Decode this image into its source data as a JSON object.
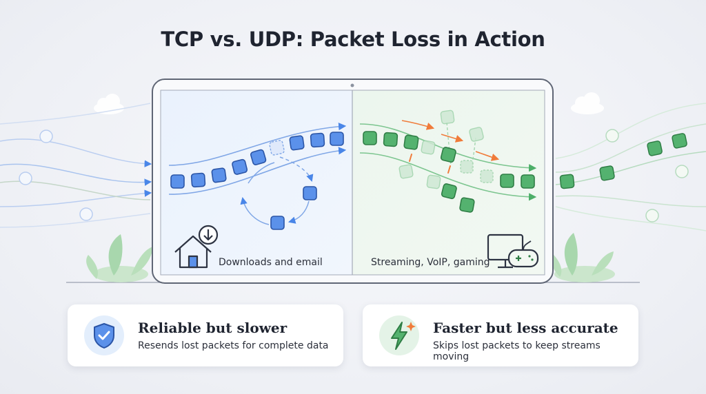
{
  "title": "TCP vs. UDP: Packet Loss in Action",
  "tcp_panel": {
    "caption": "Downloads and email",
    "color": "#4a86e8",
    "card": {
      "title": "Reliable but slower",
      "description": "Resends lost packets for complete data",
      "icon": "shield-check-icon"
    },
    "icon": "house-download-icon"
  },
  "udp_panel": {
    "caption": "Streaming, VoIP, gaming",
    "color": "#4cae68",
    "card": {
      "title": "Faster but less accurate",
      "description": "Skips lost packets to keep streams moving",
      "icon": "lightning-icon"
    },
    "icon": "game-monitor-icon"
  },
  "accent_color": "#f07b3a"
}
